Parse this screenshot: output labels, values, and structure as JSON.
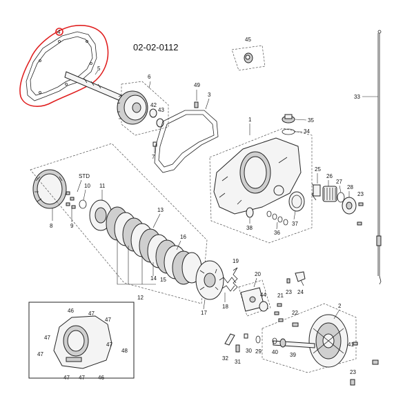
{
  "diagram": {
    "code": "02-02-0112",
    "callouts": {
      "p1": "1",
      "p2": "2",
      "p3": "3",
      "p4": "4",
      "p5": "5",
      "p6": "6",
      "p7": "7",
      "p8": "8",
      "p9": "9",
      "p10": "10",
      "p11": "11",
      "p12": "12",
      "p13": "13",
      "p14": "14",
      "p15": "15",
      "p16": "16",
      "p17": "17",
      "p18": "18",
      "p19": "19",
      "p20": "20",
      "p21": "21",
      "p22": "22",
      "p23a": "23",
      "p23b": "23",
      "p23c": "23",
      "p24": "24",
      "p25": "25",
      "p26": "26",
      "p27": "27",
      "p28": "28",
      "p29": "29",
      "p30": "30",
      "p31": "31",
      "p32": "32",
      "p33": "33",
      "p34": "34",
      "p35": "35",
      "p36": "36",
      "p37": "37",
      "p38": "38",
      "p39": "39",
      "p40": "40",
      "p41": "41",
      "p42": "42",
      "p43": "43",
      "p44": "44",
      "p45": "45",
      "p48": "48",
      "p49": "49",
      "std": "STD",
      "i46a": "46",
      "i46b": "46",
      "i47a": "47",
      "i47b": "47",
      "i47c": "47",
      "i47d": "47",
      "i47e": "47",
      "i47f": "47",
      "i47g": "47"
    }
  }
}
